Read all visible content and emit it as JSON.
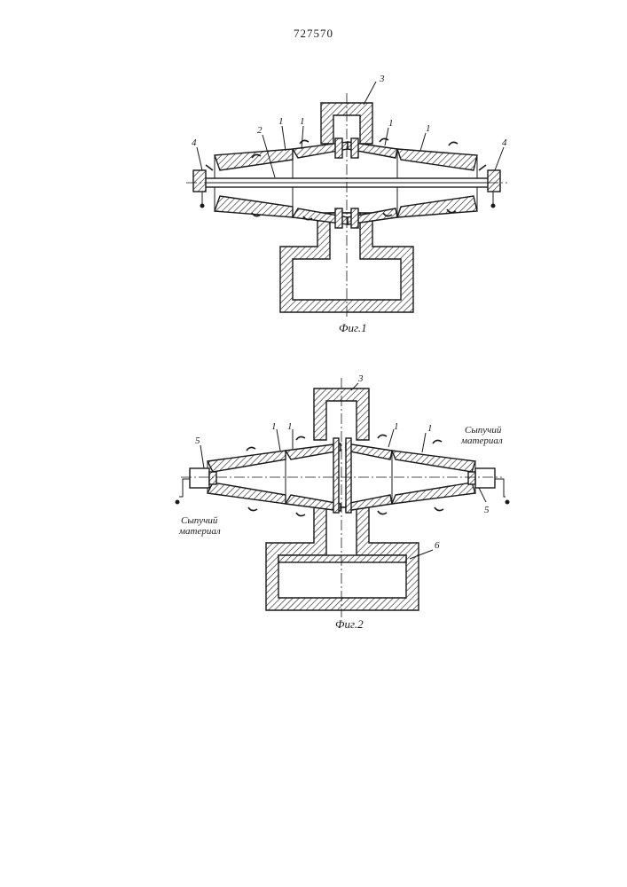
{
  "document": {
    "page_number": "727570"
  },
  "figure1": {
    "caption": "Фиг.1",
    "labels": {
      "housing": "3",
      "shaft": "2",
      "cone": "1",
      "electrode": "4"
    }
  },
  "figure2": {
    "caption": "Фиг.2",
    "labels": {
      "housing": "3",
      "cone": "1",
      "feeder": "5",
      "tank": "6"
    },
    "material_line1": "Сыпучий",
    "material_line2": "материал"
  }
}
